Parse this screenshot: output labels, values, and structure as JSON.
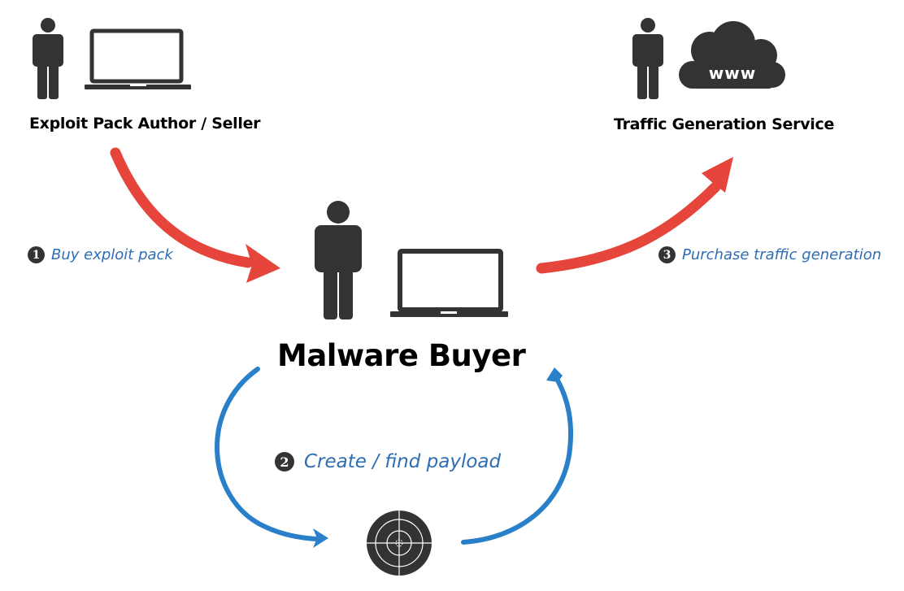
{
  "actors": {
    "seller": {
      "label": "Exploit Pack Author / Seller",
      "icons": [
        "person-icon",
        "laptop-icon"
      ]
    },
    "traffic": {
      "label": "Traffic Generation Service",
      "icons": [
        "person-icon",
        "cloud-icon"
      ],
      "cloud_text": "www"
    },
    "buyer": {
      "label": "Malware Buyer",
      "icons": [
        "person-icon",
        "laptop-icon"
      ]
    },
    "target": {
      "icons": [
        "target-icon"
      ]
    }
  },
  "steps": [
    {
      "number": "1",
      "label": "Buy exploit pack"
    },
    {
      "number": "2",
      "label": "Create / find payload"
    },
    {
      "number": "3",
      "label": "Purchase traffic generation"
    }
  ],
  "colors": {
    "icon": "#333333",
    "arrow_red": "#e5453a",
    "arrow_blue": "#2a80c8",
    "step_text": "#2e6db4"
  }
}
